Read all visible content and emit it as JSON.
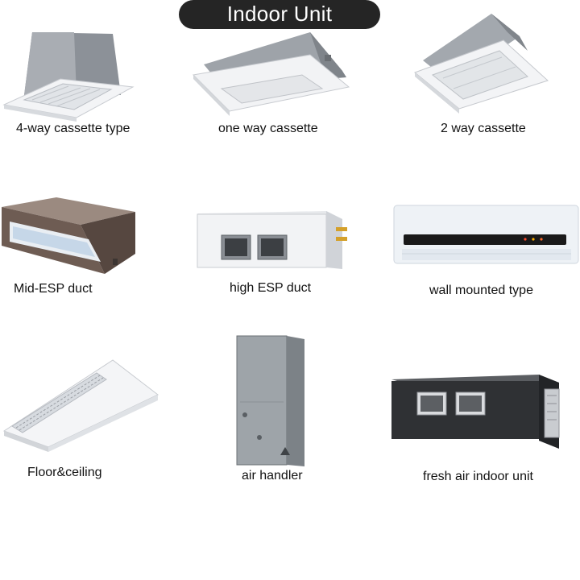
{
  "header": {
    "title": "Indoor Unit"
  },
  "units": [
    {
      "label": "4-way cassette type"
    },
    {
      "label": "one way cassette"
    },
    {
      "label": "2 way cassette"
    },
    {
      "label": "Mid-ESP duct"
    },
    {
      "label": "high ESP duct"
    },
    {
      "label": "wall mounted type"
    },
    {
      "label": "Floor&ceiling"
    },
    {
      "label": "air handler"
    },
    {
      "label": "fresh air indoor unit"
    }
  ],
  "wall_unit_display": {
    "indicator_colors": [
      "#ff4a2a",
      "#ffb000",
      "#ff6a2a"
    ]
  }
}
